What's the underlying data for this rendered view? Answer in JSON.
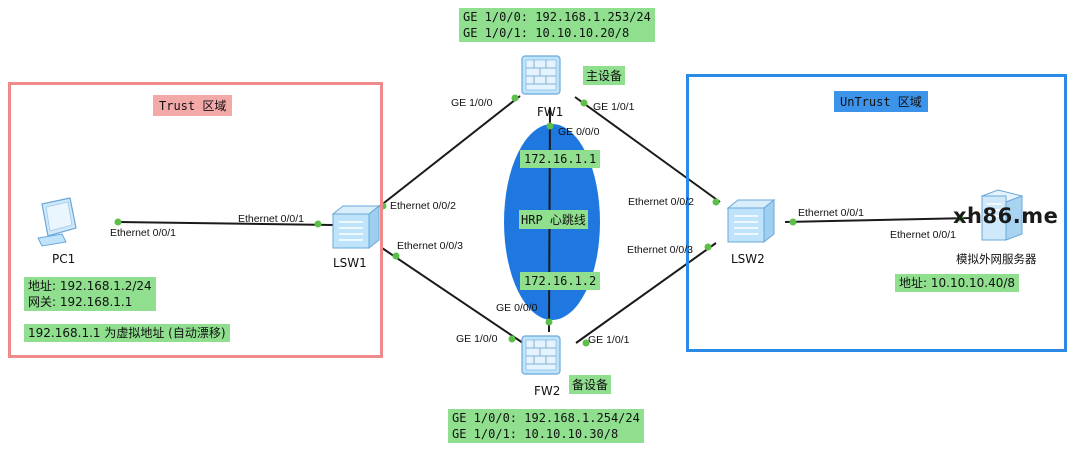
{
  "zones": {
    "trust": {
      "title": "Trust 区域",
      "border_color": "#f08a8a",
      "fill_color": "#f4a9a9"
    },
    "untrust": {
      "title": "UnTrust 区域",
      "border_color": "#2b8ae6",
      "fill_color": "#3c94ea"
    }
  },
  "devices": {
    "fw1": {
      "name": "FW1",
      "role": "主设备",
      "icon": "firewall-icon"
    },
    "fw2": {
      "name": "FW2",
      "role": "备设备",
      "icon": "firewall-icon"
    },
    "lsw1": {
      "name": "LSW1",
      "icon": "switch-icon"
    },
    "lsw2": {
      "name": "LSW2",
      "icon": "switch-icon"
    },
    "pc1": {
      "name": "PC1",
      "icon": "pc-icon"
    },
    "server": {
      "name": "模拟外网服务器",
      "icon": "server-icon"
    }
  },
  "ports": {
    "pc1_eth": "Ethernet 0/0/1",
    "lsw1_eth1": "Ethernet 0/0/1",
    "lsw1_eth2": "Ethernet 0/0/2",
    "lsw1_eth3": "Ethernet 0/0/3",
    "fw1_ge0": "GE 1/0/0",
    "fw1_ge1": "GE 1/0/1",
    "fw1_ge00": "GE 0/0/0",
    "fw2_ge0": "GE 1/0/0",
    "fw2_ge1": "GE 1/0/1",
    "fw2_ge00": "GE 0/0/0",
    "lsw2_eth2": "Ethernet 0/0/2",
    "lsw2_eth3": "Ethernet 0/0/3",
    "lsw2_eth1": "Ethernet 0/0/1",
    "server_eth": "Ethernet 0/0/1"
  },
  "info_boxes": {
    "fw1": [
      "GE 1/0/0: 192.168.1.253/24",
      "GE 1/0/1: 10.10.10.20/8"
    ],
    "fw2": [
      "GE 1/0/0: 192.168.1.254/24",
      "GE 1/0/1: 10.10.10.30/8"
    ],
    "pc1": [
      "地址: 192.168.1.2/24",
      "网关: 192.168.1.1"
    ],
    "vip_note": "192.168.1.1 为虚拟地址 (自动漂移)",
    "server": "地址: 10.10.10.40/8"
  },
  "hrp": {
    "label": "HRP 心跳线",
    "fw1_ip": "172.16.1.1",
    "fw2_ip": "172.16.1.2",
    "ellipse_color": "#1f78e0"
  },
  "watermark": "xh86.me",
  "colors": {
    "label_bg": "#8fdf8f",
    "port_dot": "#5bbf4a",
    "link": "#1a1a1a"
  }
}
